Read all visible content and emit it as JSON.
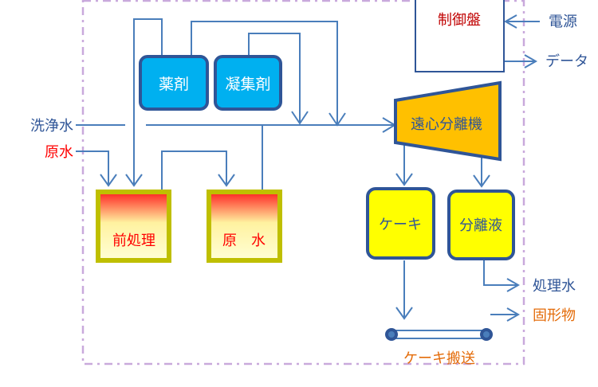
{
  "diagram": {
    "title": "",
    "boundary": {
      "style": "dash-dot",
      "color": "#C9A9DC"
    },
    "external_inputs": [
      {
        "id": "wash-water",
        "label": "洗浄水",
        "color": "#2F5597"
      },
      {
        "id": "raw-water-in",
        "label": "原水",
        "color": "#FF0000"
      },
      {
        "id": "power",
        "label": "電源",
        "color": "#2F5597"
      }
    ],
    "external_outputs": [
      {
        "id": "data",
        "label": "データ",
        "color": "#2F5597"
      },
      {
        "id": "treated-water",
        "label": "処理水",
        "color": "#2F5597"
      },
      {
        "id": "solids",
        "label": "固形物",
        "color": "#E46C0A"
      }
    ],
    "nodes": {
      "chemical": {
        "label": "薬剤",
        "fill": "#00B0F0",
        "border": "#2F5597",
        "text_color": "#FFFFFF"
      },
      "flocculant": {
        "label": "凝集剤",
        "fill": "#00B0F0",
        "border": "#2F5597",
        "text_color": "#FFFFFF"
      },
      "pretreatment": {
        "label": "前処理",
        "fill_top": "#FF2020",
        "fill_bottom": "#FFFFD0",
        "border": "#BFBF00",
        "text_color": "#FF0000"
      },
      "raw_water_tank": {
        "label": "原　水",
        "fill_top": "#FF2020",
        "fill_bottom": "#FFFFD0",
        "border": "#BFBF00",
        "text_color": "#FF0000"
      },
      "centrifuge": {
        "label": "遠心分離機",
        "fill": "#FFC000",
        "border": "#2F5597",
        "text_color": "#2F5597"
      },
      "control_panel": {
        "label": "制御盤",
        "fill": "#FFFFFF",
        "border": "#2F5597",
        "text_color": "#C00000"
      },
      "cake": {
        "label": "ケーキ",
        "fill": "#FFFF00",
        "border": "#2F5597",
        "text_color": "#2F5597"
      },
      "separated_liquid": {
        "label": "分離液",
        "fill": "#FFFF00",
        "border": "#2F5597",
        "text_color": "#2F5597"
      },
      "cake_conveyor": {
        "label": "ケーキ搬送",
        "color": "#2F5597",
        "text_color": "#E46C0A"
      }
    },
    "edges": [
      {
        "from": "chemical",
        "to": "pretreatment"
      },
      {
        "from": "chemical",
        "to": "centrifuge"
      },
      {
        "from": "flocculant",
        "to": "centrifuge"
      },
      {
        "from": "raw-water-in",
        "to": "pretreatment"
      },
      {
        "from": "pretreatment",
        "to": "raw_water_tank"
      },
      {
        "from": "raw_water_tank",
        "to": "centrifuge"
      },
      {
        "from": "wash-water",
        "to": "centrifuge"
      },
      {
        "from": "centrifuge",
        "to": "cake"
      },
      {
        "from": "centrifuge",
        "to": "separated_liquid"
      },
      {
        "from": "separated_liquid",
        "to": "treated-water"
      },
      {
        "from": "cake",
        "to": "cake_conveyor"
      },
      {
        "from": "cake_conveyor",
        "to": "solids"
      },
      {
        "from": "power",
        "to": "control_panel"
      },
      {
        "from": "control_panel",
        "to": "data"
      }
    ],
    "line_color": "#4A7EBB"
  }
}
